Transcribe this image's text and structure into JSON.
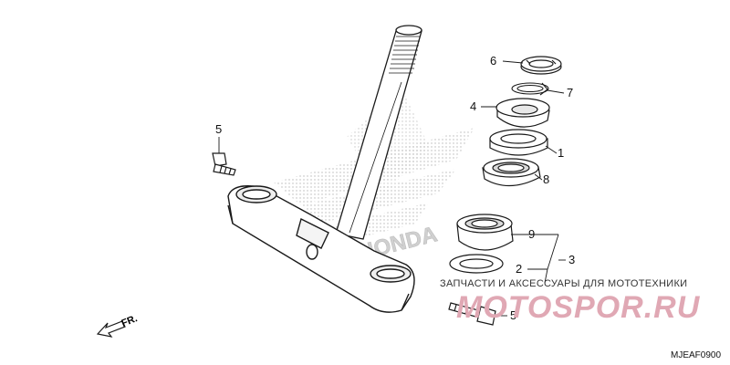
{
  "diagram": {
    "callouts": {
      "c1": "1",
      "c2": "2",
      "c3": "3",
      "c4": "4",
      "c5_top": "5",
      "c5_bottom": "5",
      "c6": "6",
      "c7": "7",
      "c8": "8",
      "c9": "9"
    },
    "direction_label": "FR.",
    "reference_code": "MJEAF0900"
  },
  "watermark": {
    "caption": "ЗАПЧАСТИ И АКСЕССУАРЫ ДЛЯ МОТОТЕХНИКИ",
    "brand": "MOTOSPOR.RU",
    "brand_color": "#e0a8b4",
    "background_logo_text": "HONDA"
  },
  "colors": {
    "line": "#1a1a1a",
    "part_fill": "#ffffff",
    "shade": "#d9d9d9"
  }
}
